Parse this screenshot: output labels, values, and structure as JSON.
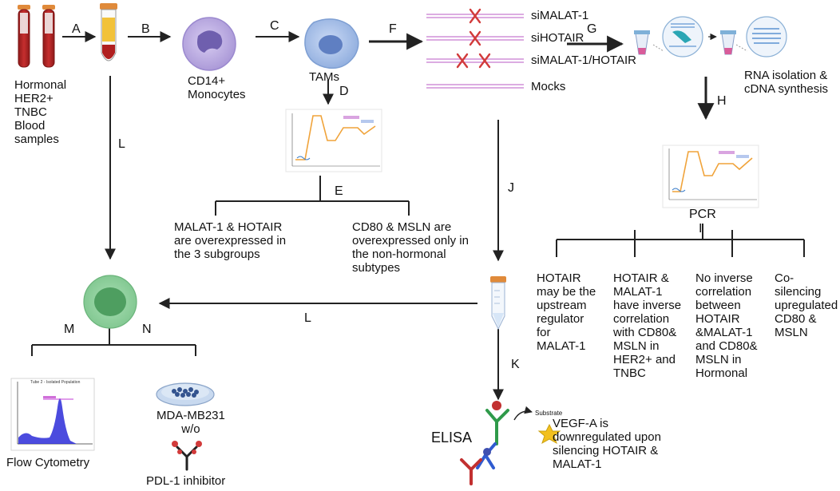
{
  "steps": {
    "a": "A",
    "b": "B",
    "c": "C",
    "d": "D",
    "e": "E",
    "f": "F",
    "g": "G",
    "h": "H",
    "i": "I",
    "j": "J",
    "k": "K",
    "l_top": "L",
    "l_bottom": "L",
    "m": "M",
    "n": "N"
  },
  "samples_label": "Hormonal\nHER2+\nTNBC\nBlood\nsamples",
  "monocytes_label": "CD14+\nMonocytes",
  "tams_label": "TAMs",
  "sirna": {
    "items": [
      "siMALAT-1",
      "siHOTAIR",
      "siMALAT-1/HOTAIR",
      "Mocks"
    ]
  },
  "rna_label": "RNA isolation &\ncDNA synthesis",
  "pcr_label": "PCR",
  "findings_e": [
    "MALAT-1 & HOTAIR\nare overexpressed in\nthe 3 subgroups",
    "CD80 & MSLN are\noverexpressed only in\nthe non-hormonal\nsubtypes"
  ],
  "findings_i": [
    "HOTAIR\nmay be the\nupstream\nregulator\nfor\nMALAT-1",
    "HOTAIR &\nMALAT-1\nhave inverse\ncorrelation\nwith CD80&\nMSLN in\nHER2+ and\nTNBC",
    "No inverse\ncorrelation\nbetween\nHOTAIR\n&MALAT-1\nand  CD80&\nMSLN in\nHormonal",
    "Co-silencing\nupregulated\nCD80 &\nMSLN"
  ],
  "flow_label": "Flow Cytometry",
  "mda_label": "MDA-MB231\nw/o",
  "pdl1_label": "PDL-1 inhibitor",
  "elisa_label": "ELISA",
  "substrate_label": "Substrate",
  "vegf_label": "VEGF-A is\ndownregulated upon\nsilencing HOTAIR &\nMALAT-1",
  "flow_plot": {
    "title": "Tube 2 - Isolated Population"
  },
  "colors": {
    "cell_purple": "#b7a6dd",
    "tam_blue": "#9db8e6",
    "arrow": "#222222",
    "sirna_x": "#d23b3b",
    "trace": "#f0a33a"
  }
}
